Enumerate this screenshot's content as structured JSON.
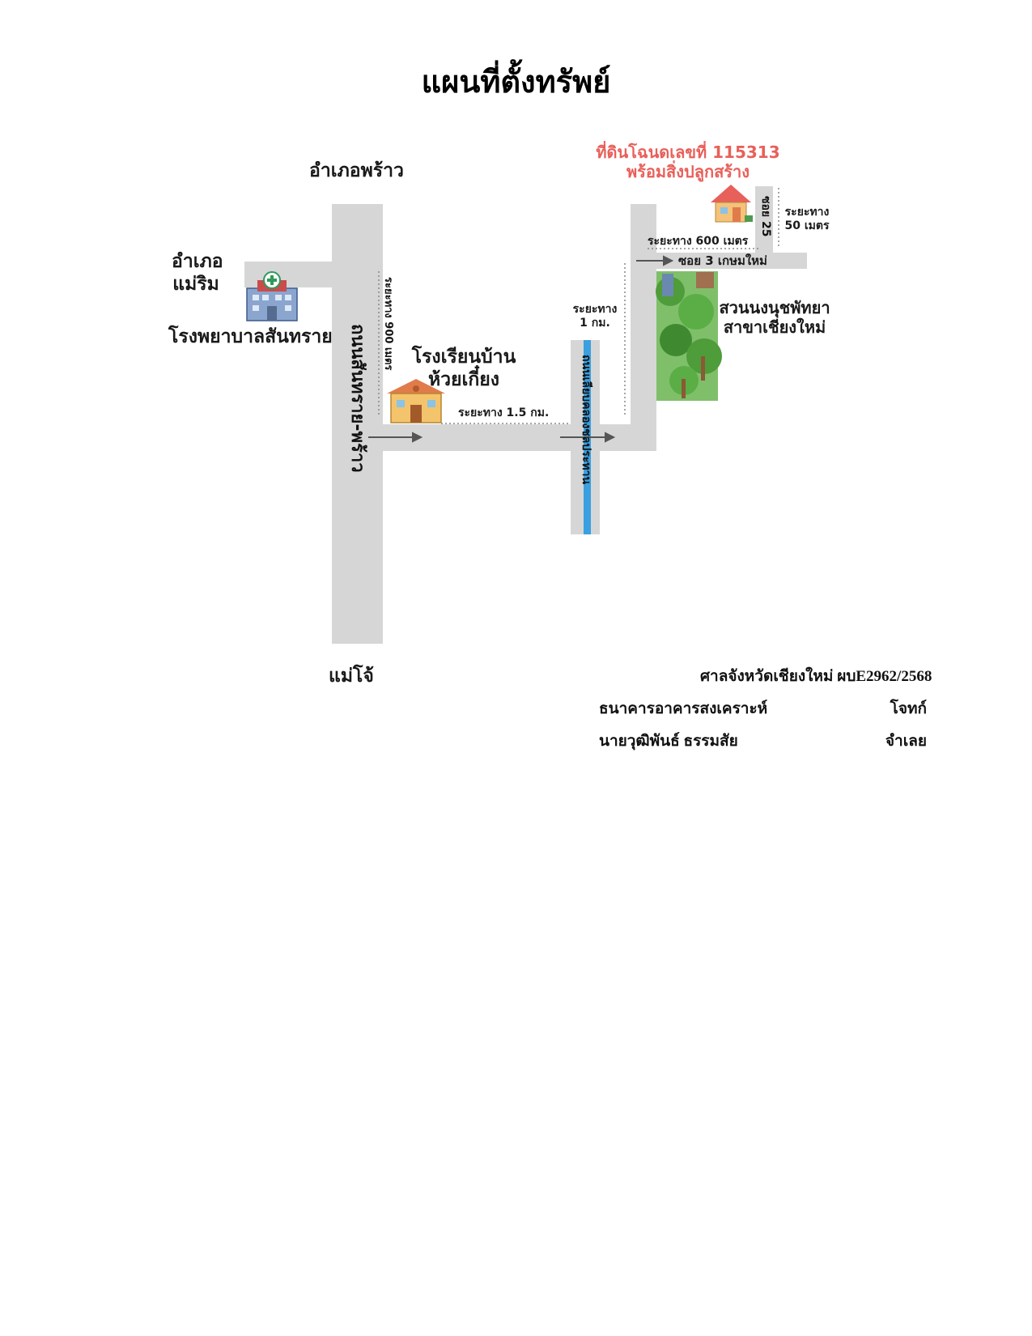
{
  "title": "แผนที่ตั้งทรัพย์",
  "map": {
    "district_north": "อำเภอพร้าว",
    "district_west_line1": "อำเภอ",
    "district_west_line2": "แม่ริม",
    "hospital": "โรงพยาบาลสันทราย",
    "main_road": "ถนนสันทราย-พร้าว",
    "dist_900": "ระยะทาง 900 เมตร",
    "school_line1": "โรงเรียนบ้าน",
    "school_line2": "ห้วยเกี๋ยง",
    "dist_1_5": "ระยะทาง 1.5 กม.",
    "canal_road": "ถนนเลียบคลองชลประทาน",
    "dist_1km_line1": "ระยะทาง",
    "dist_1km_line2": "1 กม.",
    "dist_600": "ระยะทาง 600 เมตร",
    "soi_3": "ซอย 3 เกษมใหม่",
    "soi_25": "ซอย 25",
    "dist_50_line1": "ระยะทาง",
    "dist_50_line2": "50 เมตร",
    "property_line1": "ที่ดินโฉนดเลขที่ 115313",
    "property_line2": "พร้อมสิ่งปลูกสร้าง",
    "park_line1": "สวนนงนุชพัทยา",
    "park_line2": "สาขาเชียงใหม่",
    "district_south": "แม่โจ้",
    "colors": {
      "road": "#d6d6d6",
      "canal": "#3aa0e0",
      "property_text": "#e8605a",
      "arrow": "#555555"
    }
  },
  "caption": {
    "court": "ศาลจังหวัดเชียงใหม่ ผบE2962/2568",
    "plaintiff_name": "ธนาคารอาคารสงเคราะห์",
    "plaintiff_role": "โจทก์",
    "defendant_name": "นายวุฒิพันธ์ ธรรมสัย",
    "defendant_role": "จำเลย"
  }
}
